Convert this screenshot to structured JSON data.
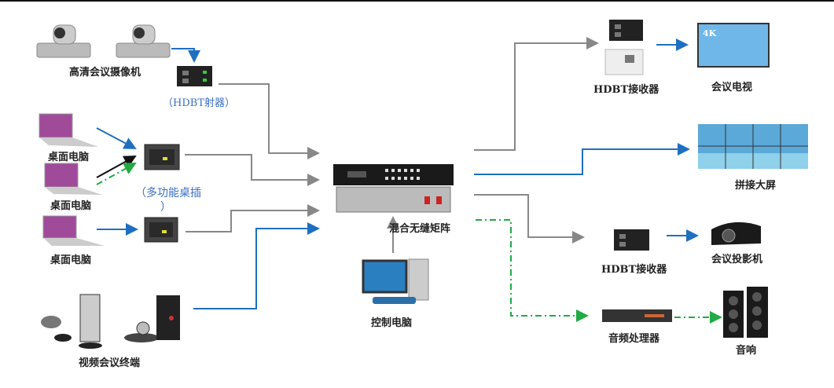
{
  "labels": {
    "hd_camera": "高清会议摄像机",
    "hdbt_transmitter": "（HDBT射器）",
    "desktop_pc_1": "桌面电脑",
    "desktop_pc_2": "桌面电脑",
    "desktop_pc_3": "桌面电脑",
    "desk_socket": "（多功能桌插",
    "desk_socket_close": "）",
    "video_conf_terminal": "视频会议终端",
    "matrix": "混合无缝矩阵",
    "control_pc": "控制电脑",
    "hdbt_receiver_1": "HDBT接收器",
    "conference_tv": "会议电视",
    "video_wall": "拼接大屏",
    "hdbt_receiver_2": "HDBT接收器",
    "projector": "会议投影机",
    "audio_processor": "音频处理器",
    "speakers": "音响"
  },
  "colors": {
    "video_line": "#888888",
    "hdmi_line": "#1f6fc0",
    "audio_line": "#22aa44",
    "control_line": "#111111"
  }
}
